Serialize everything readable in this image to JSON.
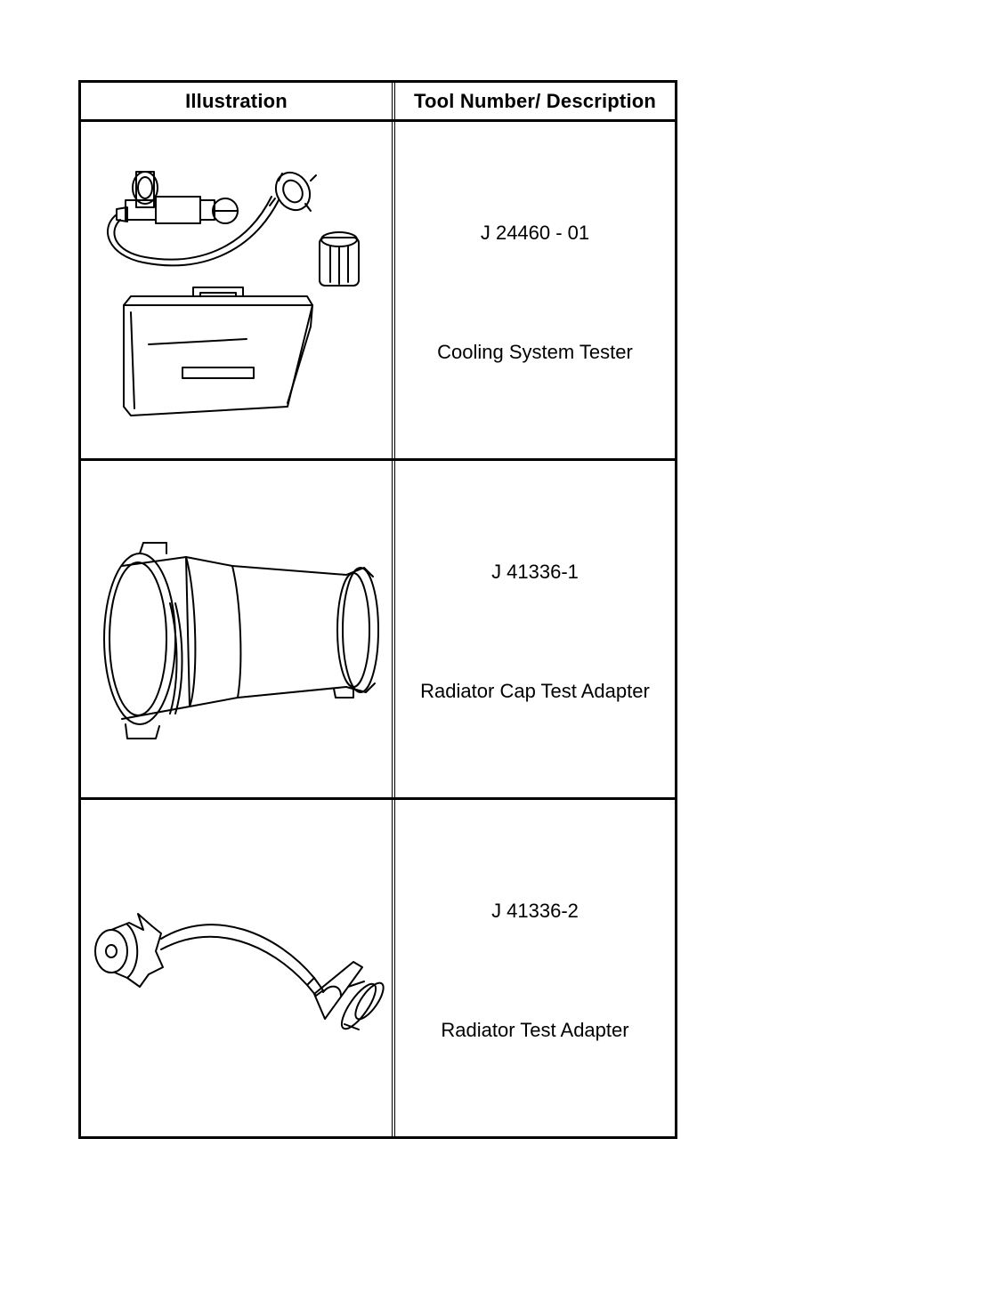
{
  "table": {
    "headers": {
      "illustration": "Illustration",
      "description": "Tool Number/ Description"
    },
    "rows": [
      {
        "tool_number": "J 24460 - 01",
        "description": "Cooling System Tester"
      },
      {
        "tool_number": "J 41336-1",
        "description": "Radiator Cap Test Adapter"
      },
      {
        "tool_number": "J 41336-2",
        "description": "Radiator Test Adapter"
      }
    ]
  }
}
